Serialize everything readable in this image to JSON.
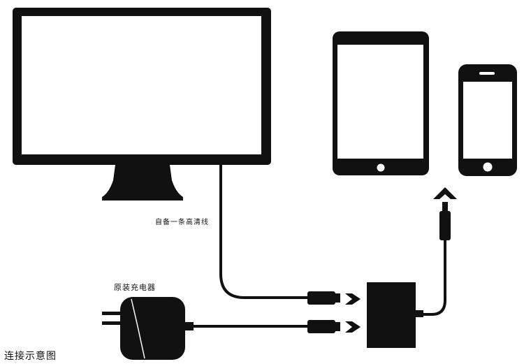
{
  "labels": {
    "hdmi_cable": "自备一条高清线",
    "charger": "原装充电器",
    "caption": "连接示意图"
  },
  "colors": {
    "ink": "#111111",
    "screen": "#ffffff",
    "background": "#ffffff"
  },
  "icons": [
    "monitor-icon",
    "tablet-icon",
    "phone-icon",
    "power-adapter-icon",
    "adapter-hub-icon",
    "arrow-right-icon",
    "arrow-up-icon"
  ]
}
